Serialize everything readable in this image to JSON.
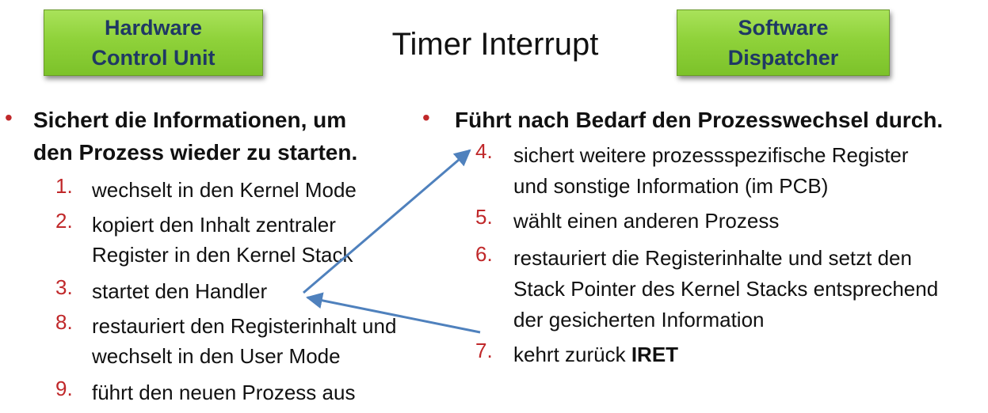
{
  "boxes": {
    "hardware": [
      "Hardware",
      "Control Unit"
    ],
    "software": [
      "Software",
      "Dispatcher"
    ]
  },
  "title": "Timer Interrupt",
  "left": {
    "bullet": "•",
    "heading": [
      "Sichert die Informationen, um",
      "den Prozess wieder zu starten."
    ],
    "items": [
      {
        "num": "1.",
        "lines": [
          "wechselt in den Kernel Mode"
        ]
      },
      {
        "num": "2.",
        "lines": [
          "kopiert den Inhalt zentraler",
          "Register in den Kernel Stack"
        ]
      },
      {
        "num": "3.",
        "lines": [
          "startet den Handler"
        ]
      },
      {
        "num": "8.",
        "lines": [
          "restauriert den Registerinhalt und",
          "wechselt in den User Mode"
        ]
      },
      {
        "num": "9.",
        "lines": [
          "führt den neuen Prozess aus"
        ]
      }
    ]
  },
  "right": {
    "bullet": "•",
    "heading": "Führt nach Bedarf den Prozesswechsel durch.",
    "items": [
      {
        "num": "4.",
        "lines": [
          "sichert weitere prozessspezifische Register",
          "und sonstige Information (im PCB)"
        ]
      },
      {
        "num": "5.",
        "lines": [
          "wählt einen anderen Prozess"
        ]
      },
      {
        "num": "6.",
        "lines": [
          "restauriert die Registerinhalte und setzt den",
          "Stack Pointer des Kernel Stacks entsprechend",
          "der gesicherten Information"
        ]
      },
      {
        "num": "7.",
        "text": "kehrt zurück ",
        "bold": "IRET"
      }
    ]
  },
  "colors": {
    "number": "#c0282a",
    "arrow": "#4f81bd",
    "box_text": "#1f3864",
    "box_fill": "#8fd23a"
  }
}
